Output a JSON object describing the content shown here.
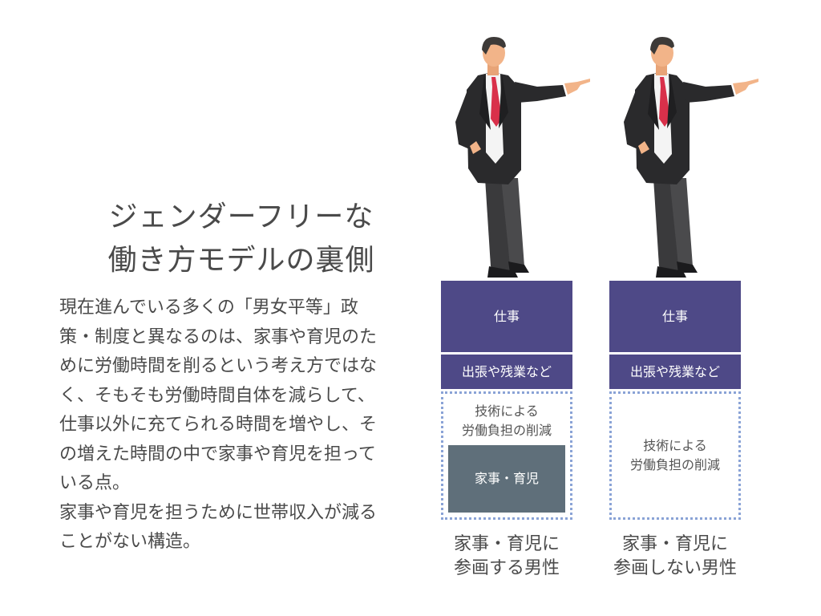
{
  "title": {
    "line1": "ジェンダーフリーな",
    "line2": "働き方モデルの裏側"
  },
  "body": {
    "lines": [
      "現在進んでいる多くの「男女平等」政",
      "策・制度と異なるのは、家事や育児のた",
      "めに労働時間を削るという考え方ではな",
      "く、そもそも労働時間自体を減らして、",
      "仕事以外に充てられる時間を増やし、そ",
      "の増えた時間の中で家事や育児を担って",
      "いる点。",
      "家事や育児を担うために世帯収入が減る",
      "ことがない構造。"
    ]
  },
  "columns": [
    {
      "work": "仕事",
      "overtime": "出張や残業など",
      "tech_line1": "技術による",
      "tech_line2": "労働負担の削減",
      "housework": "家事・育児",
      "caption_line1": "家事・育児に",
      "caption_line2": "参画する男性"
    },
    {
      "work": "仕事",
      "overtime": "出張や残業など",
      "tech_line1": "技術による",
      "tech_line2": "労働負担の削減",
      "caption_line1": "家事・育児に",
      "caption_line2": "参画しない男性"
    }
  ],
  "colors": {
    "work_block": "#4e4987",
    "housework_block": "#5f6f7a",
    "tech_border": "#8aa3d6",
    "text": "#4a4a4a"
  },
  "icons": {
    "man": "businessman-pointing-icon"
  }
}
